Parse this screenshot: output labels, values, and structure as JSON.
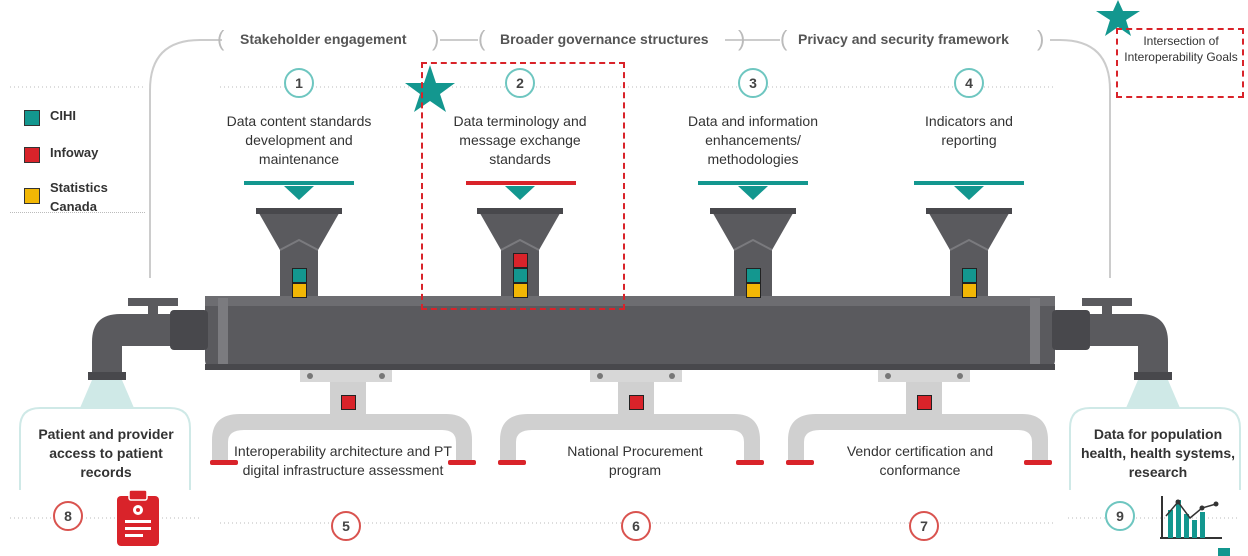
{
  "headers": {
    "stakeholder": "Stakeholder engagement",
    "governance": "Broader governance structures",
    "privacy": "Privacy and security framework"
  },
  "callout": {
    "text": "Intersection of Interoperability Goals"
  },
  "legend": [
    {
      "label": "CIHI",
      "color": "#13978f"
    },
    {
      "label": "Infoway",
      "color": "#d9232a"
    },
    {
      "label": "Statistics Canada",
      "color": "#f2b705"
    }
  ],
  "steps_top": [
    {
      "number": "1",
      "label": "Data content standards development and maintenance",
      "bar_color": "#13978f"
    },
    {
      "number": "2",
      "label": "Data terminology and message exchange standards",
      "bar_color": "#d9232a"
    },
    {
      "number": "3",
      "label": "Data and information enhancements/ methodologies",
      "bar_color": "#13978f"
    },
    {
      "number": "4",
      "label": "Indicators and reporting",
      "bar_color": "#13978f"
    }
  ],
  "steps_bottom": [
    {
      "number": "5",
      "label": "Interoperability architecture and PT digital infrastructure assessment"
    },
    {
      "number": "6",
      "label": "National Procurement program"
    },
    {
      "number": "7",
      "label": "Vendor certification and conformance"
    }
  ],
  "left_output": {
    "number": "8",
    "label": "Patient and provider access to patient records",
    "icon": "clipboard-icon"
  },
  "right_output": {
    "number": "9",
    "label": "Data for population health, health systems, research",
    "icon": "bar-chart-icon"
  },
  "colors": {
    "teal": "#13978f",
    "red": "#d9232a",
    "yellow": "#f2b705",
    "pipe": "#5a5a5e",
    "pipe_dark": "#3e3e42",
    "star": "#13978f"
  }
}
